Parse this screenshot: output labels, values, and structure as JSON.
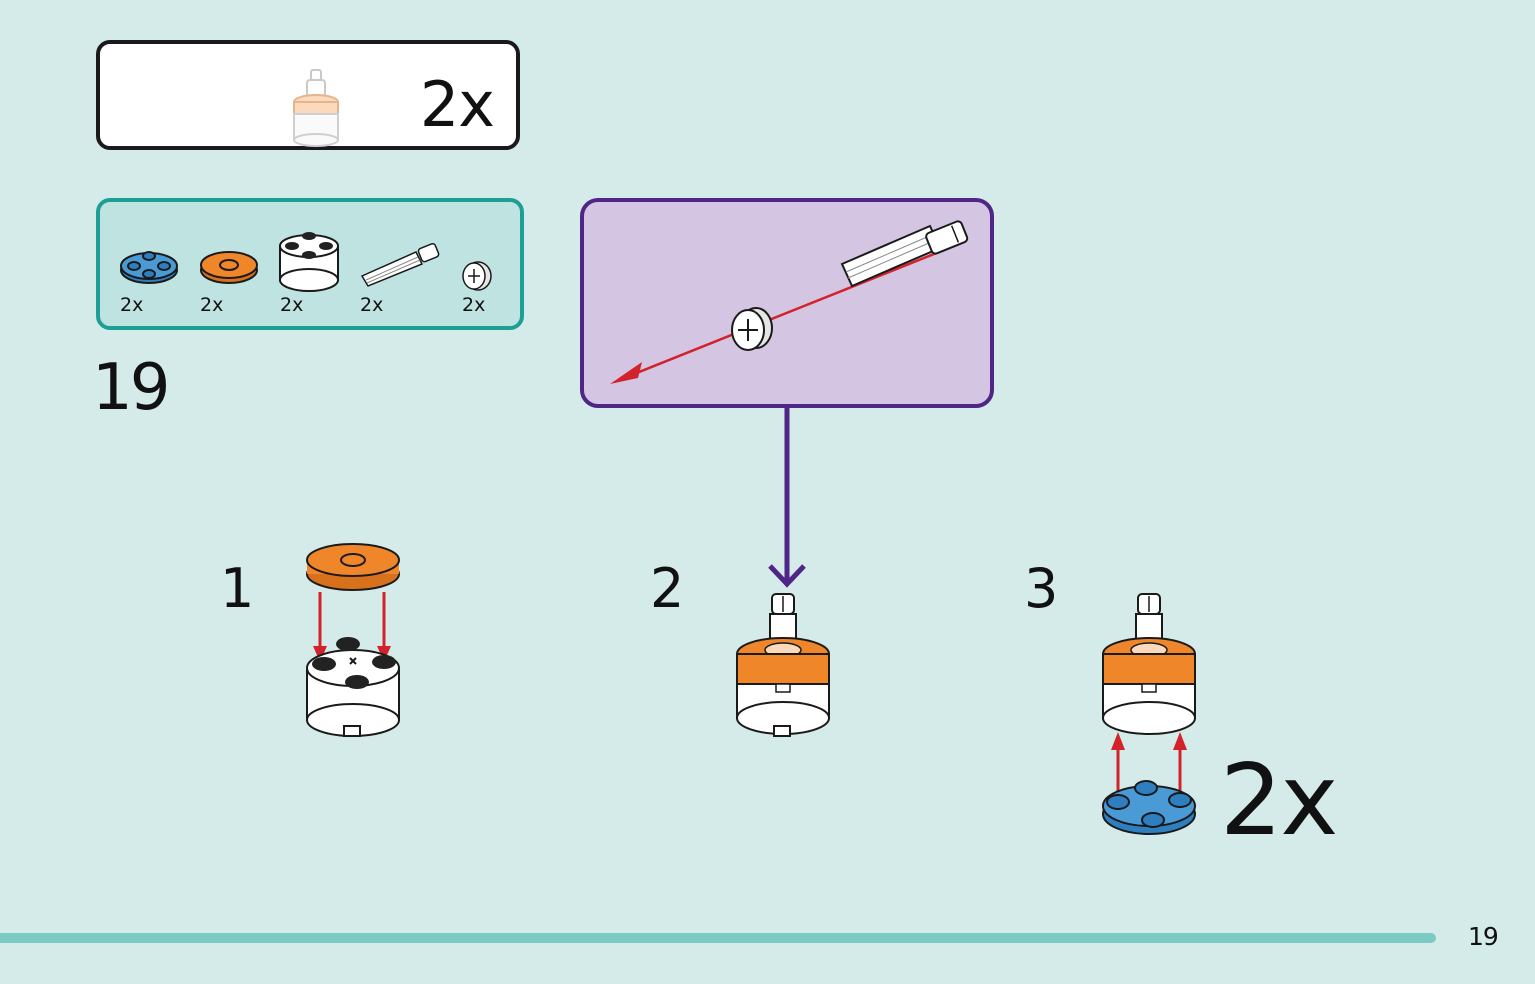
{
  "callout": {
    "quantity": "2x",
    "icon": "assembly-preview-icon"
  },
  "parts_list": [
    {
      "name": "blue-round-plate-icon",
      "qty": "2x",
      "color": "#2f7fc0"
    },
    {
      "name": "orange-round-tile-icon",
      "qty": "2x",
      "color": "#f0862a"
    },
    {
      "name": "white-round-brick-icon",
      "qty": "2x",
      "color": "#ffffff"
    },
    {
      "name": "axle-pin-icon",
      "qty": "2x",
      "color": "#f2f2f2"
    },
    {
      "name": "bush-icon",
      "qty": "2x",
      "color": "#e6e6e6"
    }
  ],
  "step_number": "19",
  "substeps": [
    {
      "number": "1"
    },
    {
      "number": "2"
    },
    {
      "number": "3",
      "qty": "2x"
    }
  ],
  "page_number": "19",
  "colors": {
    "background": "#d5ebe9",
    "parts_border": "#1f9e96",
    "detail_fill": "#d4c5e3",
    "detail_border": "#4f2585",
    "arrow_red": "#d2232a",
    "orange": "#f0862a",
    "blue": "#2f7fc0"
  }
}
